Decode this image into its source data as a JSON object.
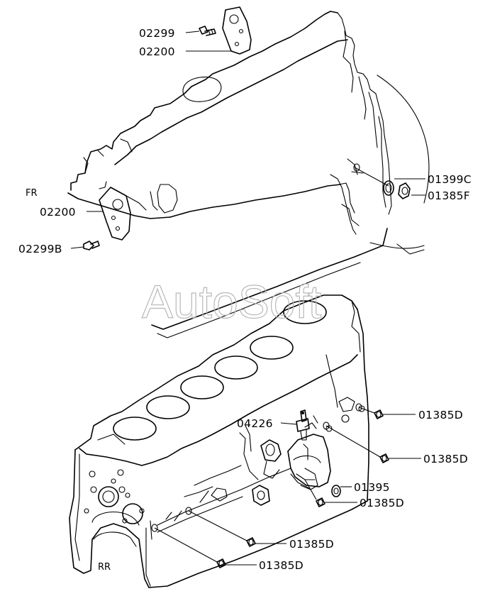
{
  "diagram": {
    "watermark": "AutoSoft",
    "orientation": {
      "front": "FR",
      "rear": "RR"
    },
    "callouts": [
      {
        "code": "02299"
      },
      {
        "code": "02200"
      },
      {
        "code": "02200"
      },
      {
        "code": "02299B"
      },
      {
        "code": "01399C"
      },
      {
        "code": "01385F"
      },
      {
        "code": "04226"
      },
      {
        "code": "01385D"
      },
      {
        "code": "01385D"
      },
      {
        "code": "01395"
      },
      {
        "code": "01385D"
      },
      {
        "code": "01385D"
      },
      {
        "code": "01385D"
      }
    ]
  }
}
